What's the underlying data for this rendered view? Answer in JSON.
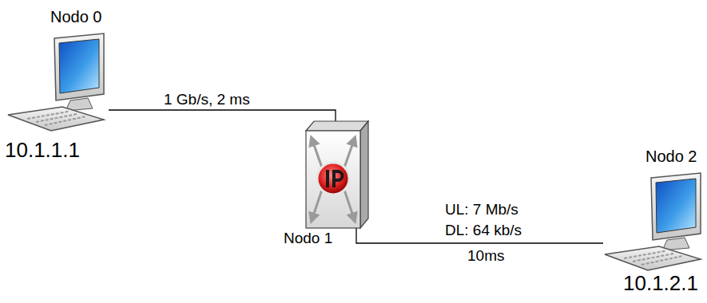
{
  "diagram": {
    "nodes": [
      {
        "text": [
          "Nodo 0",
          "10.1.1.1"
        ]
      },
      {
        "text": [
          "Nodo 1"
        ]
      },
      {
        "text": [
          "Nodo 2",
          "10.1.2.1"
        ]
      }
    ],
    "edges": [
      {
        "from": 0,
        "to": 1,
        "arrow": "none",
        "label": "1 Gb/s, 2 ms"
      },
      {
        "from": 1,
        "to": 2,
        "arrow": "none",
        "label": "UL: 7 Mb/s DL: 64 kb/s"
      }
    ],
    "labels": [
      "10ms"
    ]
  }
}
